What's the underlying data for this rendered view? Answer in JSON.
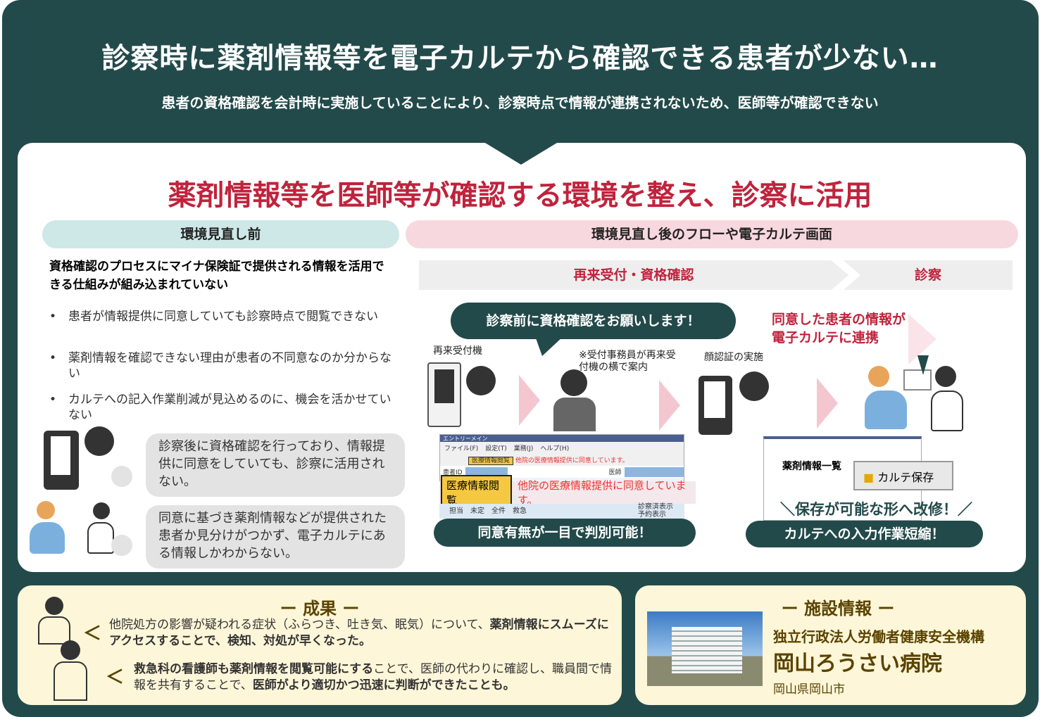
{
  "header": {
    "title": "診察時に薬剤情報等を電子カルテから確認できる患者が少ない…",
    "subtitle": "患者の資格確認を会計時に実施していることにより、診察時点で情報が連携されないため、医師等が確認できない"
  },
  "main": {
    "headline": "薬剤情報等を医師等が確認する環境を整え、診察に活用",
    "before": {
      "label": "環境見直し前",
      "lead": "資格確認のプロセスにマイナ保険証で提供される情報を活用できる仕組みが組み込まれていない",
      "bullets": [
        "患者が情報提供に同意していても診察時点で閲覧できない",
        "薬剤情報を確認できない理由が患者の不同意なのか分からない",
        "カルテへの記入作業削減が見込めるのに、機会を活かせていない"
      ],
      "bubbles": [
        "診察後に資格確認を行っており、情報提供に同意をしていても、診察に活用されない。",
        "同意に基づき薬剤情報などが提供された患者か見分けがつかず、電子カルテにある情報しかわからない。"
      ]
    },
    "after": {
      "label": "環境見直し後のフローや電子カルテ画面",
      "step1": "再来受付・資格確認",
      "step2": "診察",
      "callout": "診察前に資格確認をお願いします！",
      "kiosk_label": "再来受付機",
      "staff_note": "※受付事務員が再来受付機の横で案内",
      "face_label": "顔認証の実施",
      "linked": "同意した患者の情報が電子カルテに連携",
      "screen1": {
        "window_title": "エントリーメイン",
        "menus": [
          "ファイル(F)",
          "設定(T)",
          "業務(J)",
          "ヘルプ(H)"
        ],
        "button": "医療情報閲覧",
        "message": "他院の医療情報提供に同意しています。",
        "patient_id": "患者ID",
        "doctor": "医師",
        "radios": [
          "担当",
          "未定",
          "全件",
          "救急"
        ],
        "check1": "診察済表示",
        "check2": "予約表示"
      },
      "screen2": {
        "list_title": "薬剤情報一覧",
        "save_button": "カルテ保存"
      },
      "caption1": "同意有無が一目で判別可能！",
      "caption2": "＼保存が可能な形へ改修！／",
      "caption3": "カルテへの入力作業短縮！"
    }
  },
  "results": {
    "title": "ー 成果 ー",
    "p1_a": "他院処方の影響が疑われる症状（ふらつき、吐き気、眠気）について、",
    "p1_b": "薬剤情報にスムーズにアクセスすることで、検知、対処が早くなった。",
    "p2_a": "救急科の看護師も薬剤情報を閲覧可能にする",
    "p2_b": "ことで、医師の代わりに確認し、職員間で情報を共有することで、",
    "p2_c": "医師がより適切かつ迅速に判断ができたことも。"
  },
  "facility": {
    "title": "ー 施設情報 ー",
    "org": "独立行政法人労働者健康安全機構",
    "name": "岡山ろうさい病院",
    "location": "岡山県岡山市"
  },
  "colors": {
    "teal": "#234a4a",
    "red": "#c0233c",
    "beforePill": "#cde8e6",
    "afterPill": "#f8d8df",
    "cream": "#fdf6d8"
  }
}
